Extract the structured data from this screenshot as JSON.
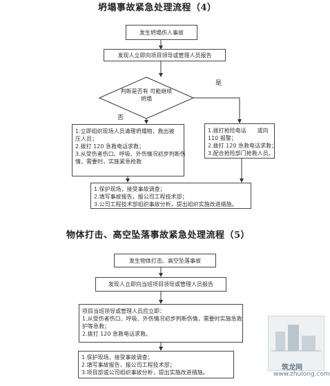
{
  "flow1": {
    "title": "坍塌事故紧急处理流程（4）",
    "start": "发生坍塌伤人事故",
    "report": "发现人立即向项目领导或管理人员报告",
    "decision": [
      "判断是否有",
      "可能继续坍塌"
    ],
    "yes_label": "是",
    "no_label": "否",
    "left_box": [
      "1.立即组织现场人员清理坍塌物，救出被",
      "压人员；",
      "2.拨打 120 急救电话求救；",
      "3.从受伤者伤口、呼吸、外伤情况初步判断伤",
      "情，需要时，实施紧急抢救"
    ],
    "right_box": [
      "1.拨打抢险电话　　或向",
      "110 报警；",
      "2.拨打 120 急救电话求救；",
      "3.配合抢险部门抢救人员。"
    ],
    "bottom_box": [
      "1.保护现场，接受事故调查；",
      "2.填写事故报告，报公司工程技术部；",
      "3.公司工程技术部组织事故分析，提出组织实施改进措施。"
    ]
  },
  "flow2": {
    "title": "物体打击、高空坠落事故紧急处理流程（5）",
    "start": "发生物体打击、高空坠落事故",
    "report": "发现人立即向当班项目领导或管理人员报告",
    "middle_box": [
      "项目当班领导或管理人员应立即：",
      "1.从受伤者伤口、呼吸、外伤情况初步判断伤情，需要时实施急救",
      "护等急救；",
      "2.拨打 120 急救电话求救。"
    ],
    "bottom_box": [
      "1.保护现场，接受事故调查；",
      "2.填写事故报告，报公司工程技术部；",
      "3.项目部或公司组织事故分析，提出实施改进措施。"
    ]
  },
  "watermark": {
    "brand": "筑龙网",
    "url": "www.zhulong.com"
  }
}
